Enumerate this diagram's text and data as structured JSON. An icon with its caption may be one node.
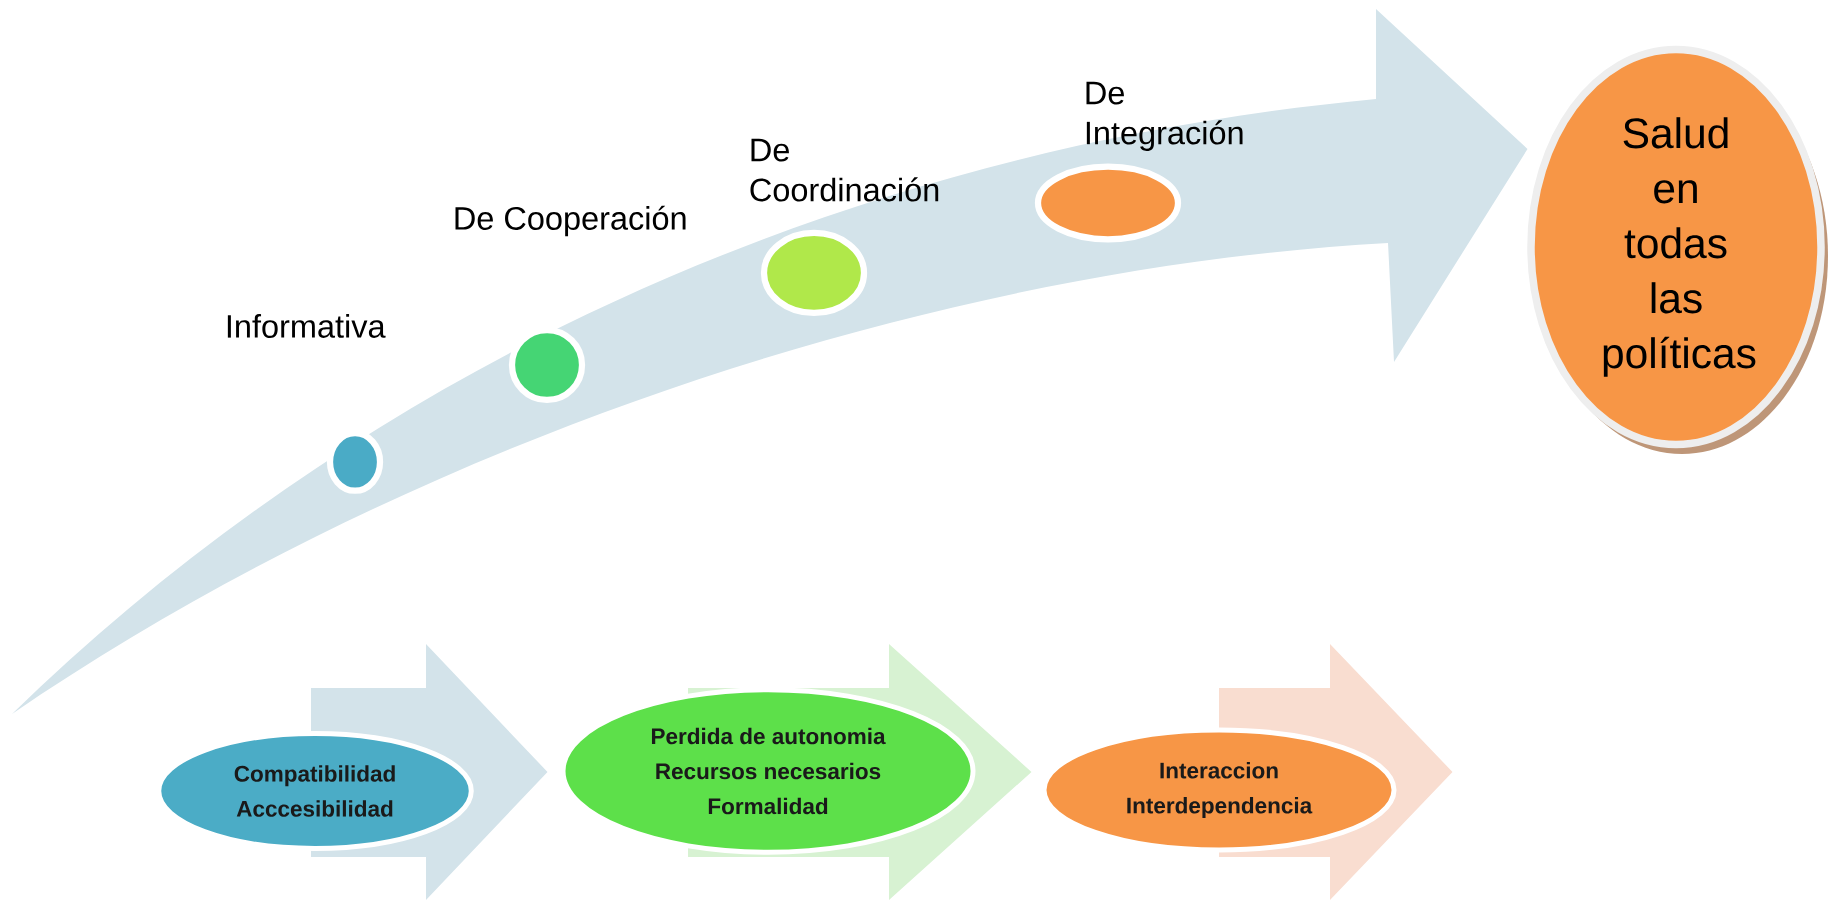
{
  "diagram": {
    "nodes": [
      {
        "text": [
          "Informativa"
        ]
      },
      {
        "text": [
          "De Cooperación"
        ]
      },
      {
        "text": [
          "De Coordinación"
        ]
      },
      {
        "text": [
          "De Integración"
        ]
      },
      {
        "text": [
          "Salud en todas las políticas"
        ]
      },
      {
        "text": [
          "Compatibilidad",
          "Acccesibilidad"
        ]
      },
      {
        "text": [
          "Perdida de autonomia",
          "Recursos necesarios",
          "Formalidad"
        ]
      },
      {
        "text": [
          "Interaccion",
          "Interdependencia"
        ]
      }
    ],
    "edges": [
      {
        "from": null,
        "to": 4,
        "arrow": "to",
        "color": "#d3e3ea"
      },
      {
        "from": 5,
        "to": 6,
        "arrow": "to",
        "color": "#d3e3ea"
      },
      {
        "from": 6,
        "to": 7,
        "arrow": "to",
        "color": "#d7f2d2"
      },
      {
        "from": 7,
        "to": null,
        "arrow": "to",
        "color": "#f9ddd0"
      }
    ]
  }
}
